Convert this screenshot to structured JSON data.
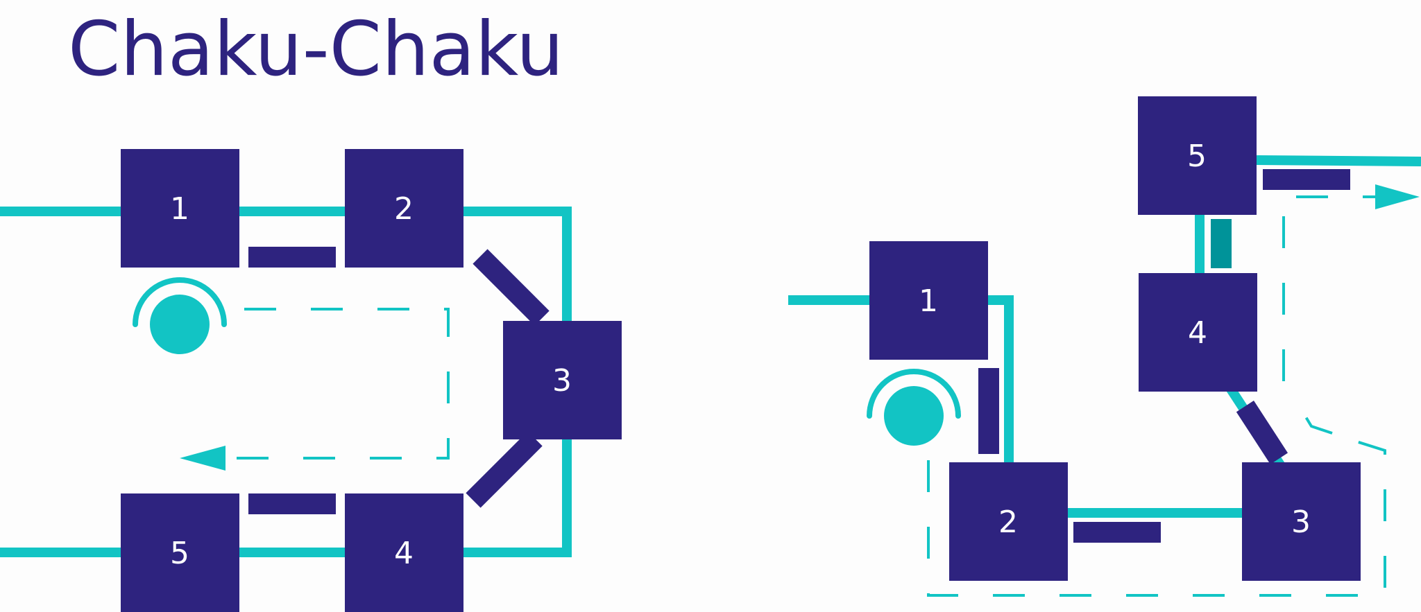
{
  "title": "Chaku-Chaku",
  "colors": {
    "station": "#2e237f",
    "flow": "#12c4c4",
    "accent": "#009399",
    "background": "#fdfdfd"
  },
  "left_layout": {
    "name": "loop-layout",
    "stations": [
      {
        "label": "1"
      },
      {
        "label": "2"
      },
      {
        "label": "3"
      },
      {
        "label": "4"
      },
      {
        "label": "5"
      }
    ],
    "operator_icon": "person-icon",
    "walk_path_arrow": "arrow-left-icon"
  },
  "right_layout": {
    "name": "zigzag-layout",
    "stations": [
      {
        "label": "1"
      },
      {
        "label": "2"
      },
      {
        "label": "3"
      },
      {
        "label": "4"
      },
      {
        "label": "5"
      }
    ],
    "operator_icon": "person-icon",
    "walk_path_arrow": "arrow-right-icon"
  }
}
